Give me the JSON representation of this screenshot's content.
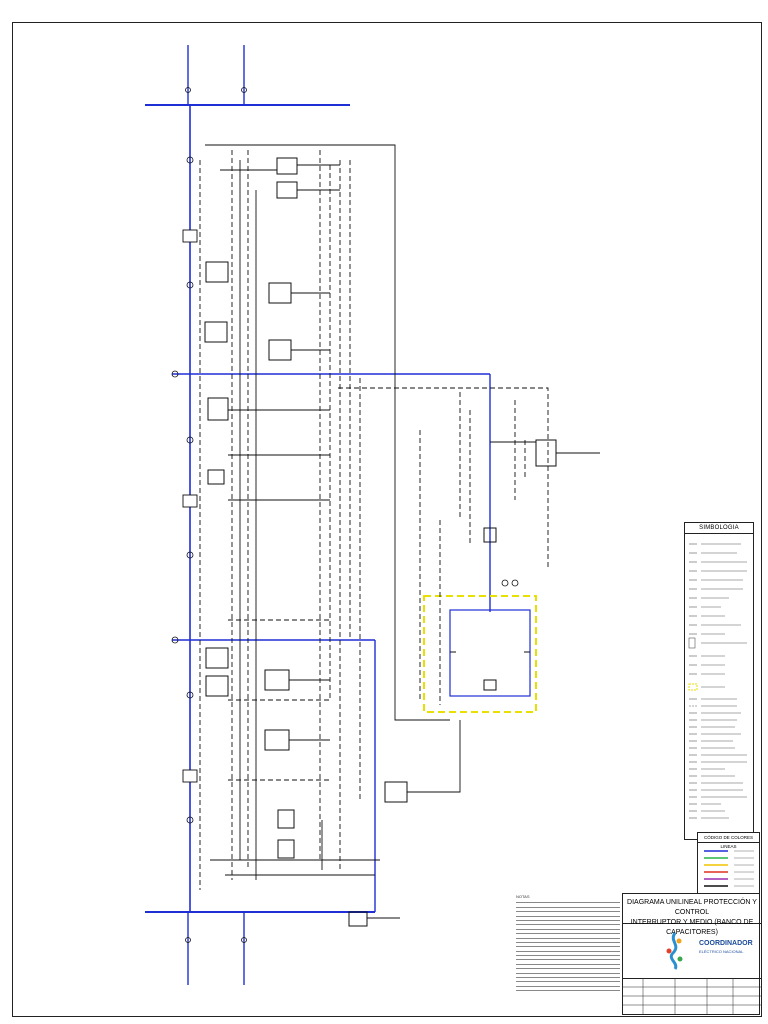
{
  "legend": {
    "title": "SIMBOLOGIA"
  },
  "color_code": {
    "title": "CÓDIGO DE COLORES LINEAS"
  },
  "title_block": {
    "title_line1": "DIAGRAMA UNILINEAL PROTECCIÓN Y CONTROL",
    "title_line2": "INTERRUPTOR Y MEDIO (BANCO DE CAPACITORES)",
    "logo_name": "COORDINADOR",
    "logo_sub": "ELÉCTRICO NACIONAL"
  },
  "notes": {
    "title": "NOTAS"
  },
  "colors": {
    "bus": "#1f2fd6",
    "highlight": "#e8e000",
    "line": "#111111"
  }
}
